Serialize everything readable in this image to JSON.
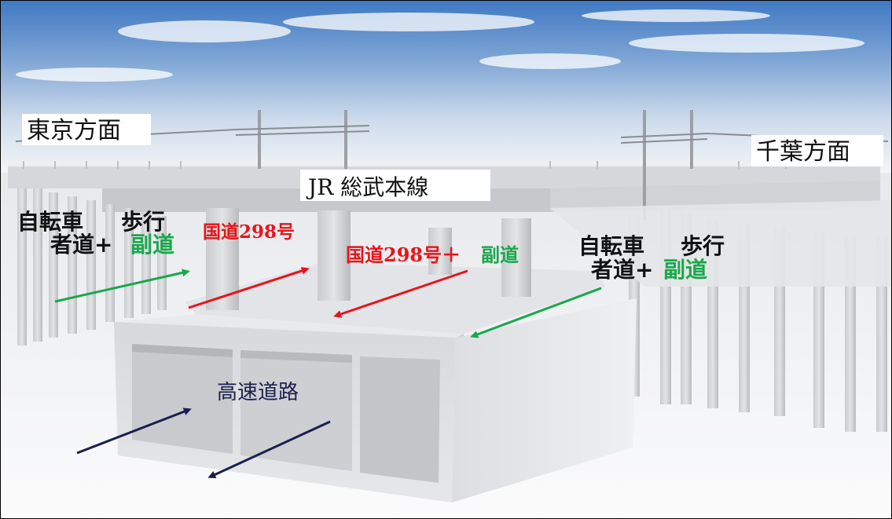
{
  "labels": {
    "tokyo": "東京方面",
    "chiba": "千葉方面",
    "jr_line": "JR 総武本線",
    "left_walk_1a": "自転車",
    "left_walk_1b": "歩行",
    "left_walk_2a": "者道+",
    "left_walk_2b": "副道",
    "route298": "国道298号",
    "route298_side_a": "国道298号＋",
    "route298_side_b": "副道",
    "right_walk_1a": "自転車",
    "right_walk_1b": "歩行",
    "right_walk_2a": "者道+",
    "right_walk_2b": "副道",
    "expressway": "高速道路"
  },
  "colors": {
    "red": "#e8141b",
    "green": "#19a84a",
    "navy": "#1b1f4f",
    "black": "#111111"
  }
}
